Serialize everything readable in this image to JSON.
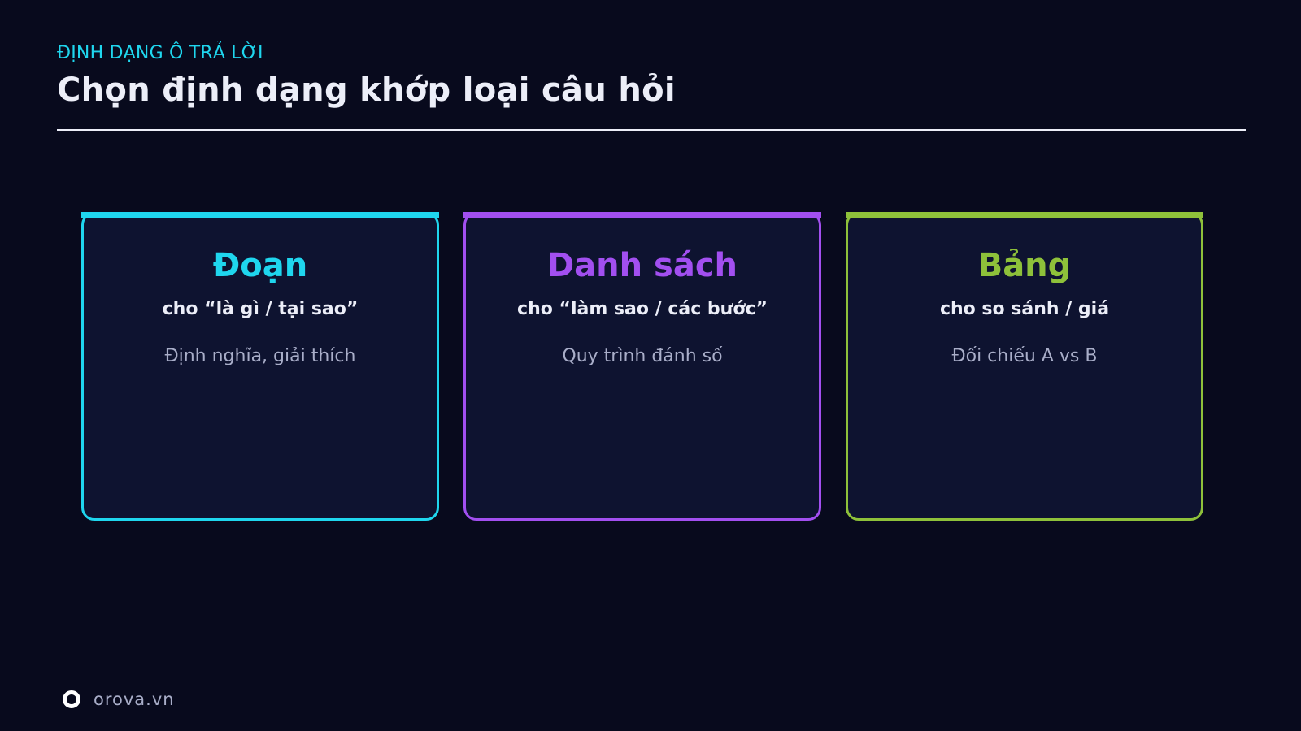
{
  "header": {
    "eyebrow": "ĐỊNH DẠNG Ô TRẢ LỜI",
    "title": "Chọn định dạng khớp loại câu hỏi"
  },
  "cards": [
    {
      "heading": "Đoạn",
      "subtitle": "cho “là gì / tại sao”",
      "description": "Định nghĩa, giải thích",
      "accent": "#1fd6ee"
    },
    {
      "heading": "Danh sách",
      "subtitle": "cho “làm sao / các bước”",
      "description": "Quy trình đánh số",
      "accent": "#a24ff0"
    },
    {
      "heading": "Bảng",
      "subtitle": "cho so sánh / giá",
      "description": "Đối chiếu A vs B",
      "accent": "#8ec13a"
    }
  ],
  "footer": {
    "logo_icon": "ring-logo-icon",
    "brand": "orova.vn"
  },
  "colors": {
    "background": "#080a1d",
    "card_background": "#0e1330",
    "text": "#eceef8",
    "muted_text": "#a9aec9"
  }
}
